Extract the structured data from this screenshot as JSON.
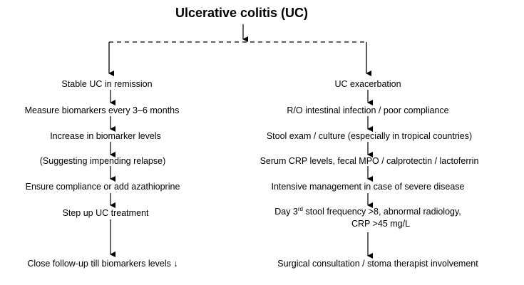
{
  "title": "Ulcerative colitis (UC)",
  "left_branch": {
    "steps": [
      "Stable UC in remission",
      "Measure biomarkers every 3–6 months",
      "Increase in biomarker levels",
      "(Suggesting impending relapse)",
      "Ensure compliance or add azathioprine",
      "Step up UC treatment",
      "Close follow-up till biomarkers levels ↓"
    ]
  },
  "right_branch": {
    "steps": [
      "UC exacerbation",
      "R/O intestinal infection / poor compliance",
      "Stool exam / culture (especially in  tropical countries)",
      "Serum CRP levels, fecal MPO / calprotectin / lactoferrin",
      "Intensive management in case of severe disease"
    ],
    "day_criteria": {
      "prefix": "Day 3",
      "superscript": "rd",
      "suffix": " stool frequency >8, abnormal radiology,",
      "line2": "CRP >45 mg/L"
    },
    "final": "Surgical consultation / stoma therapist involvement"
  }
}
